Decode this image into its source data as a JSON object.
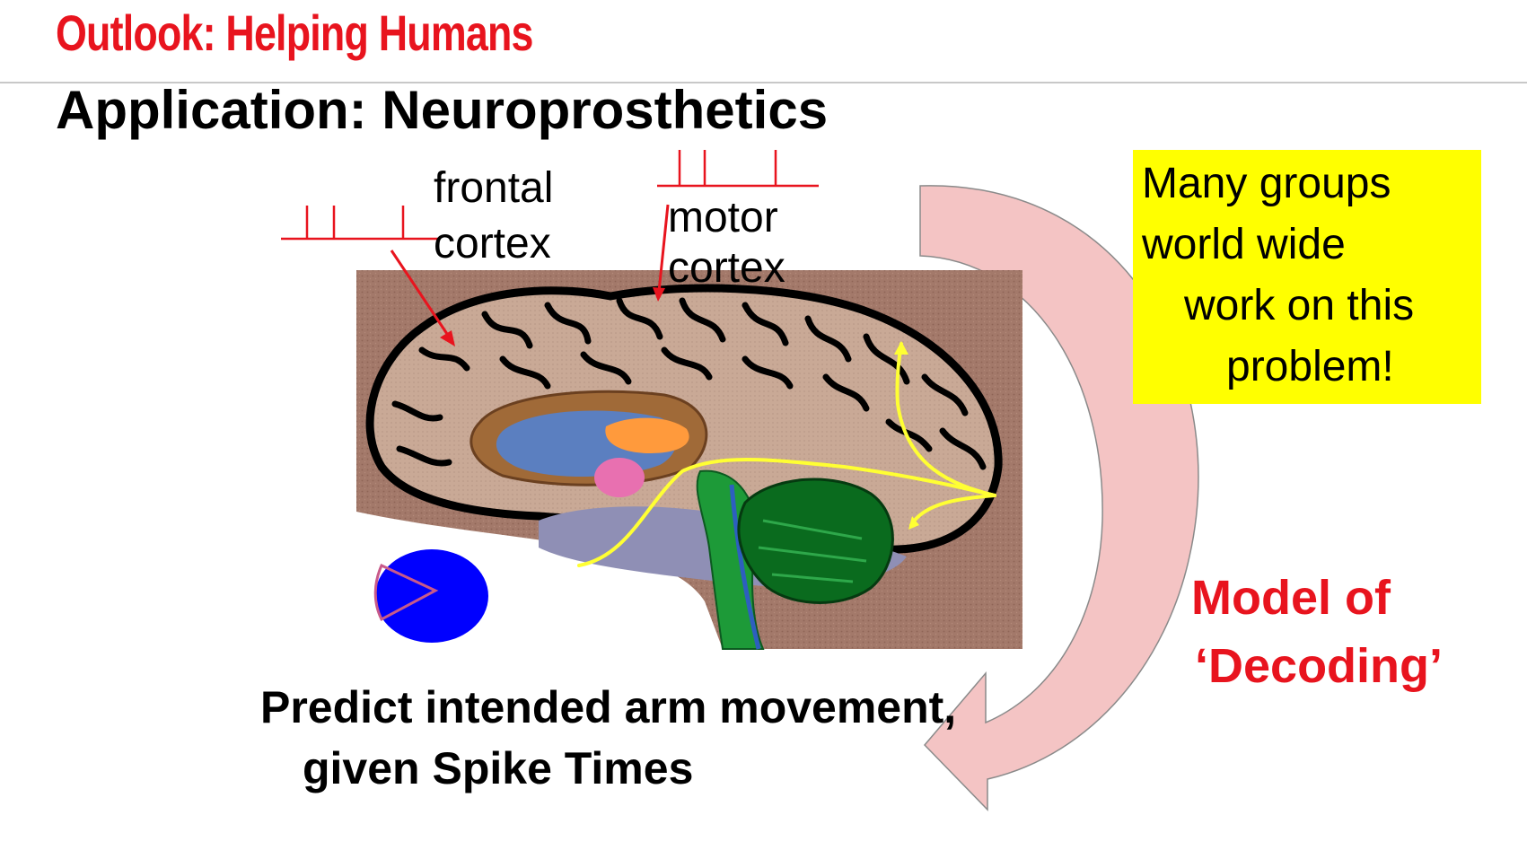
{
  "header": {
    "title": "Outlook: Helping Humans"
  },
  "slide": {
    "title": "Application: Neuroprosthetics"
  },
  "labels": {
    "frontal_line1": "frontal",
    "frontal_line2": "cortex",
    "motor_line1": "motor",
    "motor_line2": "cortex"
  },
  "callout": {
    "lines": [
      "Many groups",
      "world wide",
      "work on this",
      "problem!"
    ]
  },
  "model": {
    "line1": "Model of",
    "line2": "‘Decoding’"
  },
  "prediction": {
    "line1": "Predict intended arm movement,",
    "line2": "given Spike Times"
  },
  "colors": {
    "accent_red": "#e8141e",
    "callout_yellow": "#ffff00",
    "arrow_fill": "#f4c4c4",
    "brain_fill": "#c9a996",
    "background_panel": "#a3796a",
    "cerebellum": "#0a6b1e",
    "stem": "#1d9a38",
    "pathway": "#ffff33",
    "ball": "#0000ff"
  },
  "icons": [
    "spike-train-icon",
    "curved-arrow-icon",
    "brain-illustration",
    "blue-ball-icon"
  ]
}
